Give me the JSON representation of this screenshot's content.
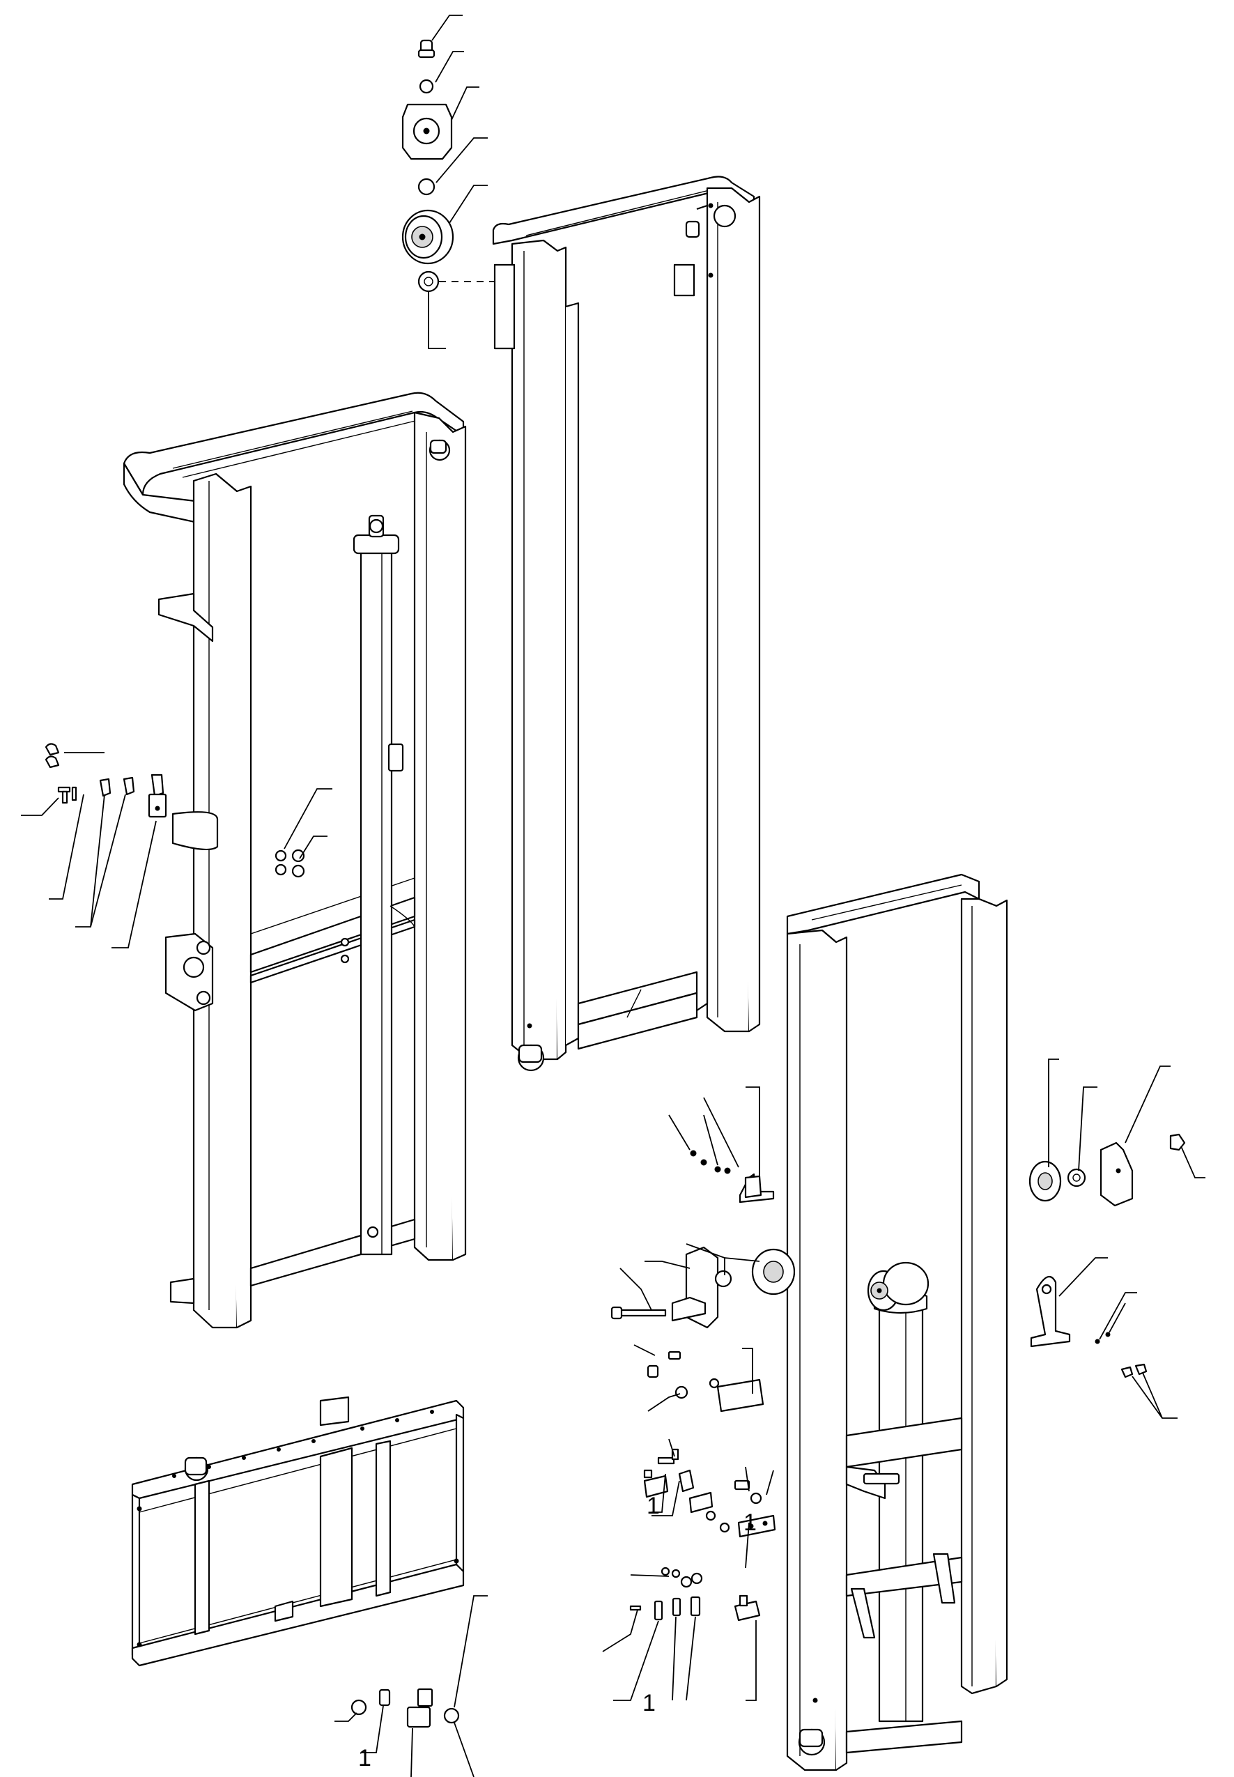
{
  "callout_fragments": [
    {
      "id": "frag-1",
      "text": "1"
    },
    {
      "id": "frag-2",
      "text": "1"
    },
    {
      "id": "frag-3",
      "text": "1"
    },
    {
      "id": "frag-4",
      "text": "1"
    }
  ],
  "colors": {
    "line": "#000000",
    "paper": "#ffffff",
    "shade": "#d8d8d8"
  }
}
